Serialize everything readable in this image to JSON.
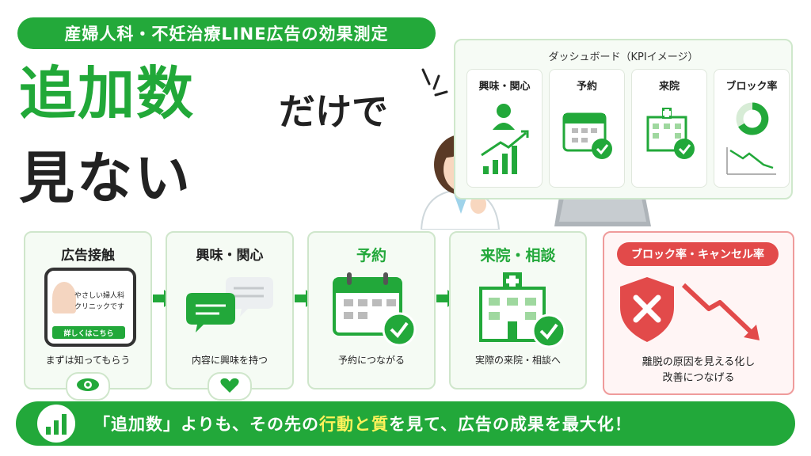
{
  "header": {
    "pill_text": "産婦人科・不妊治療LINE広告の効果測定",
    "headline_green": "追加数",
    "headline_black": "だけで",
    "headline_line2": "見ない"
  },
  "dashboard": {
    "title": "ダッシュボード（KPIイメージ）",
    "cards": [
      {
        "label": "興味・関心",
        "icon": "person-growth-icon"
      },
      {
        "label": "予約",
        "icon": "calendar-check-icon"
      },
      {
        "label": "来院",
        "icon": "hospital-check-icon"
      },
      {
        "label": "ブロック率",
        "icon": "donut-trend-icon"
      }
    ]
  },
  "flow": [
    {
      "title": "広告接触",
      "caption": "まずは知ってもらう",
      "phone_text1": "やさしい婦人科",
      "phone_text2": "クリニックです",
      "phone_button": "詳しくはこちら",
      "badge_icon": "eye-icon"
    },
    {
      "title": "興味・関心",
      "caption": "内容に興味を持つ",
      "badge_icon": "heart-icon"
    },
    {
      "title": "予約",
      "caption": "予約につながる"
    },
    {
      "title": "来院・相談",
      "caption": "実際の来院・相談へ"
    }
  ],
  "risk": {
    "title": "ブロック率・キャンセル率",
    "caption_line1": "離脱の原因を見える化し",
    "caption_line2": "改善につなげる"
  },
  "bottom": {
    "part1": "「追加数」よりも、その先の",
    "highlight": "行動と質",
    "part2": "を見て、広告の成果を最大化！"
  },
  "colors": {
    "green": "#22a83a",
    "red": "#e24a4a",
    "light_green": "#f5fbf4"
  }
}
